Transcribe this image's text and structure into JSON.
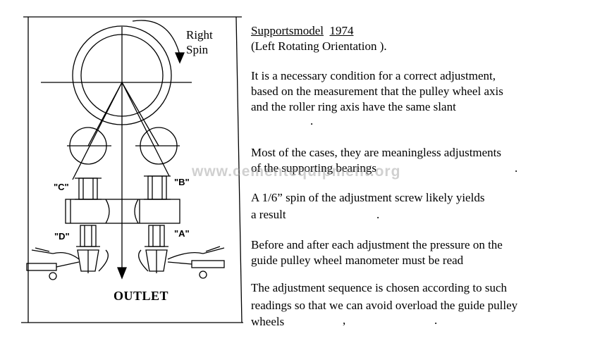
{
  "diagram": {
    "spin_label_line1": "Right",
    "spin_label_line2": "Spin",
    "label_a": "\"A\"",
    "label_b": "\"B\"",
    "label_c": "\"C\"",
    "label_d": "\"D\"",
    "outlet_label": "OUTLET"
  },
  "watermark": "www.cementequipment.org",
  "text": {
    "title_part1": "Supports",
    "title_part2": "model",
    "title_year": "1974",
    "subtitle": "(Left Rotating Orientation   ).",
    "p1_l1": "It is a necessary condition for a correct adjustment,",
    "p1_l2": "based on the measurement that the pulley wheel axis",
    "p1_l3": "and the roller ring axis have the same slant",
    "p1_l4": ".",
    "p2_l1": "Most of the cases, they are meaningless adjustments",
    "p2_l2": "of the supporting bearings",
    "p2_l2_end": ".",
    "p3_l1": "A 1/6” spin of the adjustment screw likely yields",
    "p3_l2": "a result",
    "p3_l2_end": ".",
    "p4_l1": "Before and after each adjustment the pressure on the",
    "p4_l2": "guide pulley wheel manometer must be read",
    "p5_l1": " The adjustment sequence is chosen according to such",
    "p5_l2": "readings so that we can avoid overload the guide pulley",
    "p5_l3a": "wheels",
    "p5_l3b": ",",
    "p5_l3c": "."
  }
}
